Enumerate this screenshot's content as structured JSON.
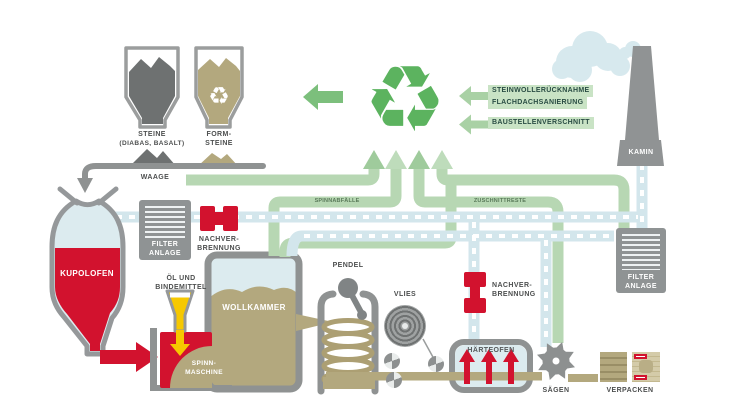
{
  "colors": {
    "red": "#d2122e",
    "green_pipe": "#b7d7b3",
    "green_symbol": "#5cb35f",
    "chip_bg": "#c9e3c5",
    "chip_text": "#2a4d44",
    "blue_pipe": "#d3e6ec",
    "gray_structure": "#8f9293",
    "tan": "#b3a87e",
    "yellow": "#f6c800"
  },
  "materials": {
    "stones_line1": "STEINE",
    "stones_line2": "(DIABAS, BASALT)",
    "formstones_line1": "FORM-",
    "formstones_line2": "STEINE",
    "scale": "WAAGE"
  },
  "melting": {
    "furnace": "KUPOLOFEN",
    "filter_line1": "FILTER",
    "filter_line2": "ANLAGE",
    "afterburner_line1": "NACHVER-",
    "afterburner_line2": "BRENNUNG"
  },
  "spinning": {
    "oil_line1": "ÖL UND",
    "oil_line2": "BINDEMITTEL",
    "machine_line1": "SPINN-",
    "machine_line2": "MASCHINE",
    "wool_chamber": "WOLLKAMMER",
    "pendulum": "PENDEL",
    "fleece": "VLIES"
  },
  "curing": {
    "oven": "HÄRTEOFEN",
    "afterburner_line1": "NACHVER-",
    "afterburner_line2": "BRENNUNG",
    "filter_line1": "FILTER",
    "filter_line2": "ANLAGE",
    "chimney": "KAMIN"
  },
  "finishing": {
    "sawing": "SÄGEN",
    "packing": "VERPACKEN"
  },
  "recycling": {
    "recycle_symbol": "♻",
    "hopper_recycle_symbol": "♻",
    "pipe_spinning_waste": "SPINNABFÄLLE",
    "pipe_cutting_residues": "ZUSCHNITTRESTE",
    "input_line1": "STEINWOLLERÜCKNAHME",
    "input_line2": "FLACHDACHSANIERUNG",
    "input_line3": "BAUSTELLENVERSCHNITT"
  }
}
